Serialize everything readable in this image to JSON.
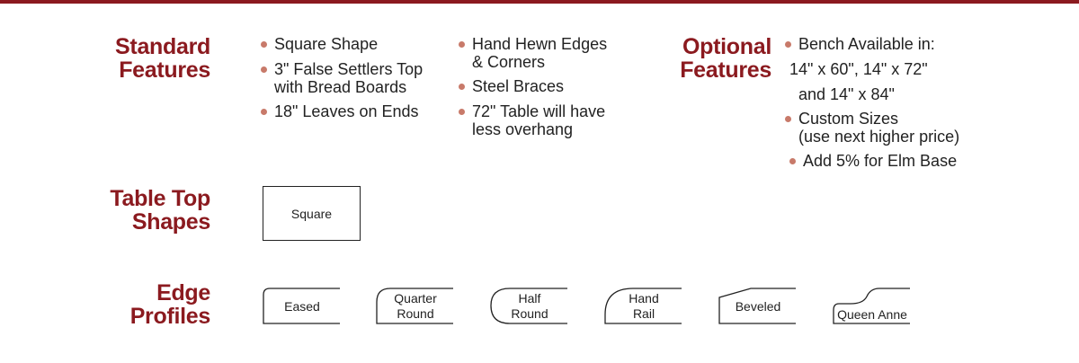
{
  "colors": {
    "accent": "#8b1a1f",
    "bullet": "#c87a6a",
    "text": "#222222"
  },
  "standard_features": {
    "heading": [
      "Standard",
      "Features"
    ],
    "col1": [
      {
        "lines": [
          "Square Shape"
        ]
      },
      {
        "lines": [
          "3\" False Settlers Top",
          "with Bread Boards"
        ]
      },
      {
        "lines": [
          "18\" Leaves on Ends"
        ]
      }
    ],
    "col2": [
      {
        "lines": [
          "Hand Hewn Edges",
          "& Corners"
        ]
      },
      {
        "lines": [
          "Steel Braces"
        ]
      },
      {
        "lines": [
          "72\" Table will have",
          "less overhang"
        ]
      }
    ]
  },
  "optional_features": {
    "heading": [
      "Optional",
      "Features"
    ],
    "bench": "Bench Available in:",
    "sizes_line1": "14\" x 60\", 14\" x 72\"",
    "sizes_line2": "and 14\" x 84\"",
    "custom": [
      "Custom Sizes",
      "(use next higher price)"
    ],
    "elm": "Add 5% for Elm Base"
  },
  "table_top_shapes": {
    "heading": [
      "Table Top",
      "Shapes"
    ],
    "square_label": "Square"
  },
  "edge_profiles": {
    "heading": [
      "Edge",
      "Profiles"
    ],
    "items": [
      {
        "lines": [
          "Eased"
        ]
      },
      {
        "lines": [
          "Quarter",
          "Round"
        ]
      },
      {
        "lines": [
          "Half",
          "Round"
        ]
      },
      {
        "lines": [
          "Hand",
          "Rail"
        ]
      },
      {
        "lines": [
          "Beveled"
        ]
      },
      {
        "lines": [
          "Queen Anne"
        ]
      }
    ]
  }
}
